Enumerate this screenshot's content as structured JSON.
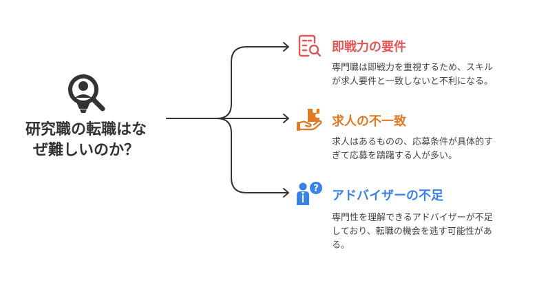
{
  "center": {
    "title_line1": "研究職の転職はな",
    "title_line2": "ぜ難しいのか？",
    "icon": "researcher-magnifier-icon"
  },
  "branches": [
    {
      "title": "即戦力の要件",
      "color": "#e05555",
      "icon": "checklist-search-icon",
      "desc_line1": "専門職は即戦力を重視するため、スキル",
      "desc_line2": "が求人要件と一致しないと不利になる。"
    },
    {
      "title": "求人の不一致",
      "color": "#e07a25",
      "icon": "hand-puzzle-icon",
      "desc_line1": "求人はあるものの、応募条件が具体的す",
      "desc_line2": "ぎて応募を躊躇する人が多い。"
    },
    {
      "title": "アドバイザーの不足",
      "color": "#3b82e6",
      "icon": "advisor-question-icon",
      "desc_line1": "専門性を理解できるアドバイザーが不足",
      "desc_line2": "しており、転職の機会を逃す可能性があ",
      "desc_line3": "る。"
    }
  ]
}
